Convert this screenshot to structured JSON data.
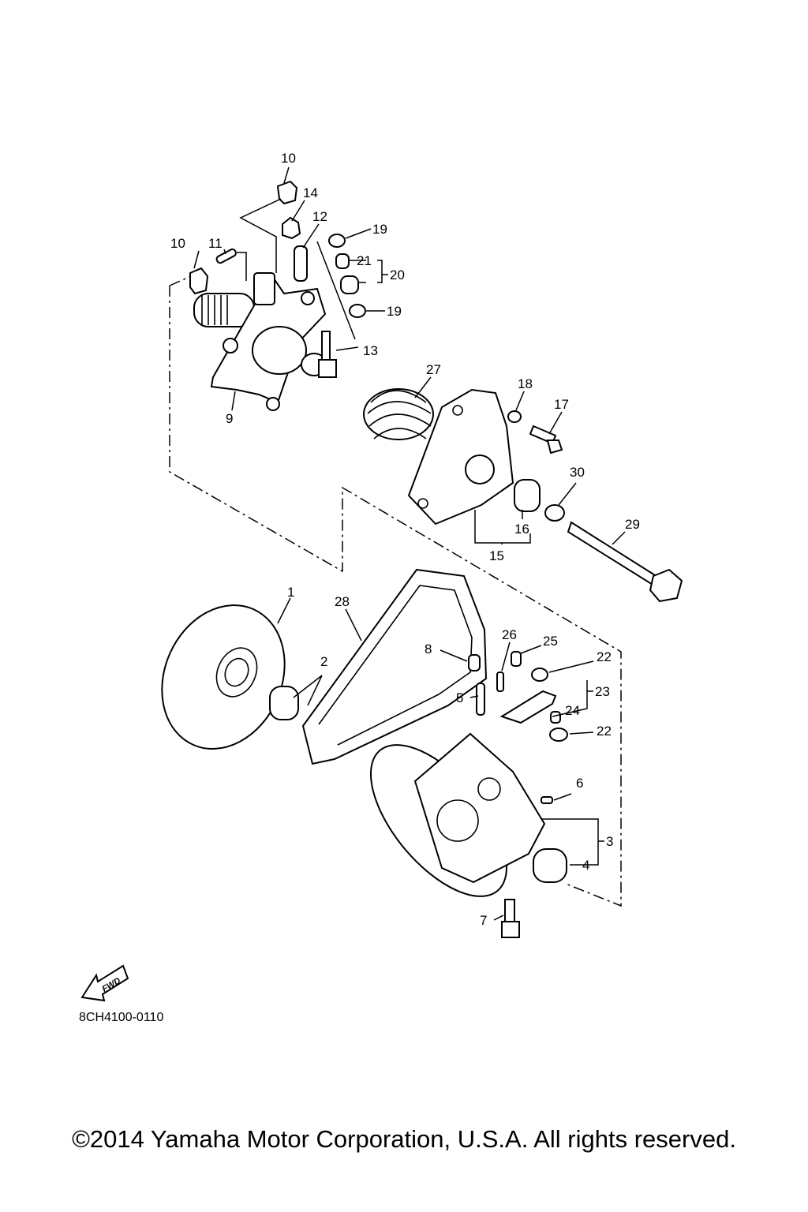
{
  "callouts": {
    "p1": "1",
    "p2": "2",
    "p3": "3",
    "p4": "4",
    "p5": "5",
    "p6": "6",
    "p7": "7",
    "p8": "8",
    "p9": "9",
    "p10a": "10",
    "p10b": "10",
    "p11": "11",
    "p12": "12",
    "p13": "13",
    "p14": "14",
    "p15": "15",
    "p16": "16",
    "p17": "17",
    "p18": "18",
    "p19a": "19",
    "p19b": "19",
    "p20": "20",
    "p21": "21",
    "p22a": "22",
    "p22b": "22",
    "p23": "23",
    "p24": "24",
    "p25": "25",
    "p26": "26",
    "p27": "27",
    "p28": "28",
    "p29": "29",
    "p30": "30"
  },
  "fwd_label": "FWD",
  "diagram_code": "8CH4100-0110",
  "copyright": "©2014 Yamaha Motor Corporation, U.S.A. All rights reserved."
}
